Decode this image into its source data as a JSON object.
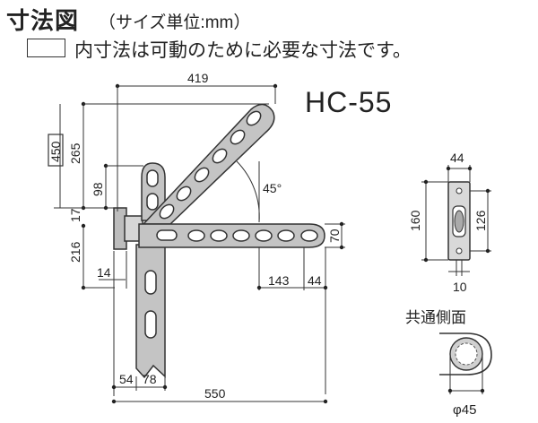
{
  "header": {
    "title": "寸法図",
    "subtitle": "（サイズ単位:mm）",
    "legend_text": "内寸法は可動のために必要な寸法です。"
  },
  "model_name": "HC-55",
  "side_view_label": "共通側面",
  "dimensions": {
    "top_width": "419",
    "height_outer": "450",
    "height_inner": "265",
    "arm_offset": "98",
    "bracket_17": "17",
    "lower_216": "216",
    "wall_14": "14",
    "arm_143": "143",
    "arm_end_44": "44",
    "arm_height_70": "70",
    "bottom_54": "54",
    "bottom_78": "78",
    "total_550": "550",
    "angle": "45°",
    "plate_width": "44",
    "plate_160": "160",
    "plate_126": "126",
    "plate_10": "10",
    "pipe_diameter": "φ45"
  }
}
